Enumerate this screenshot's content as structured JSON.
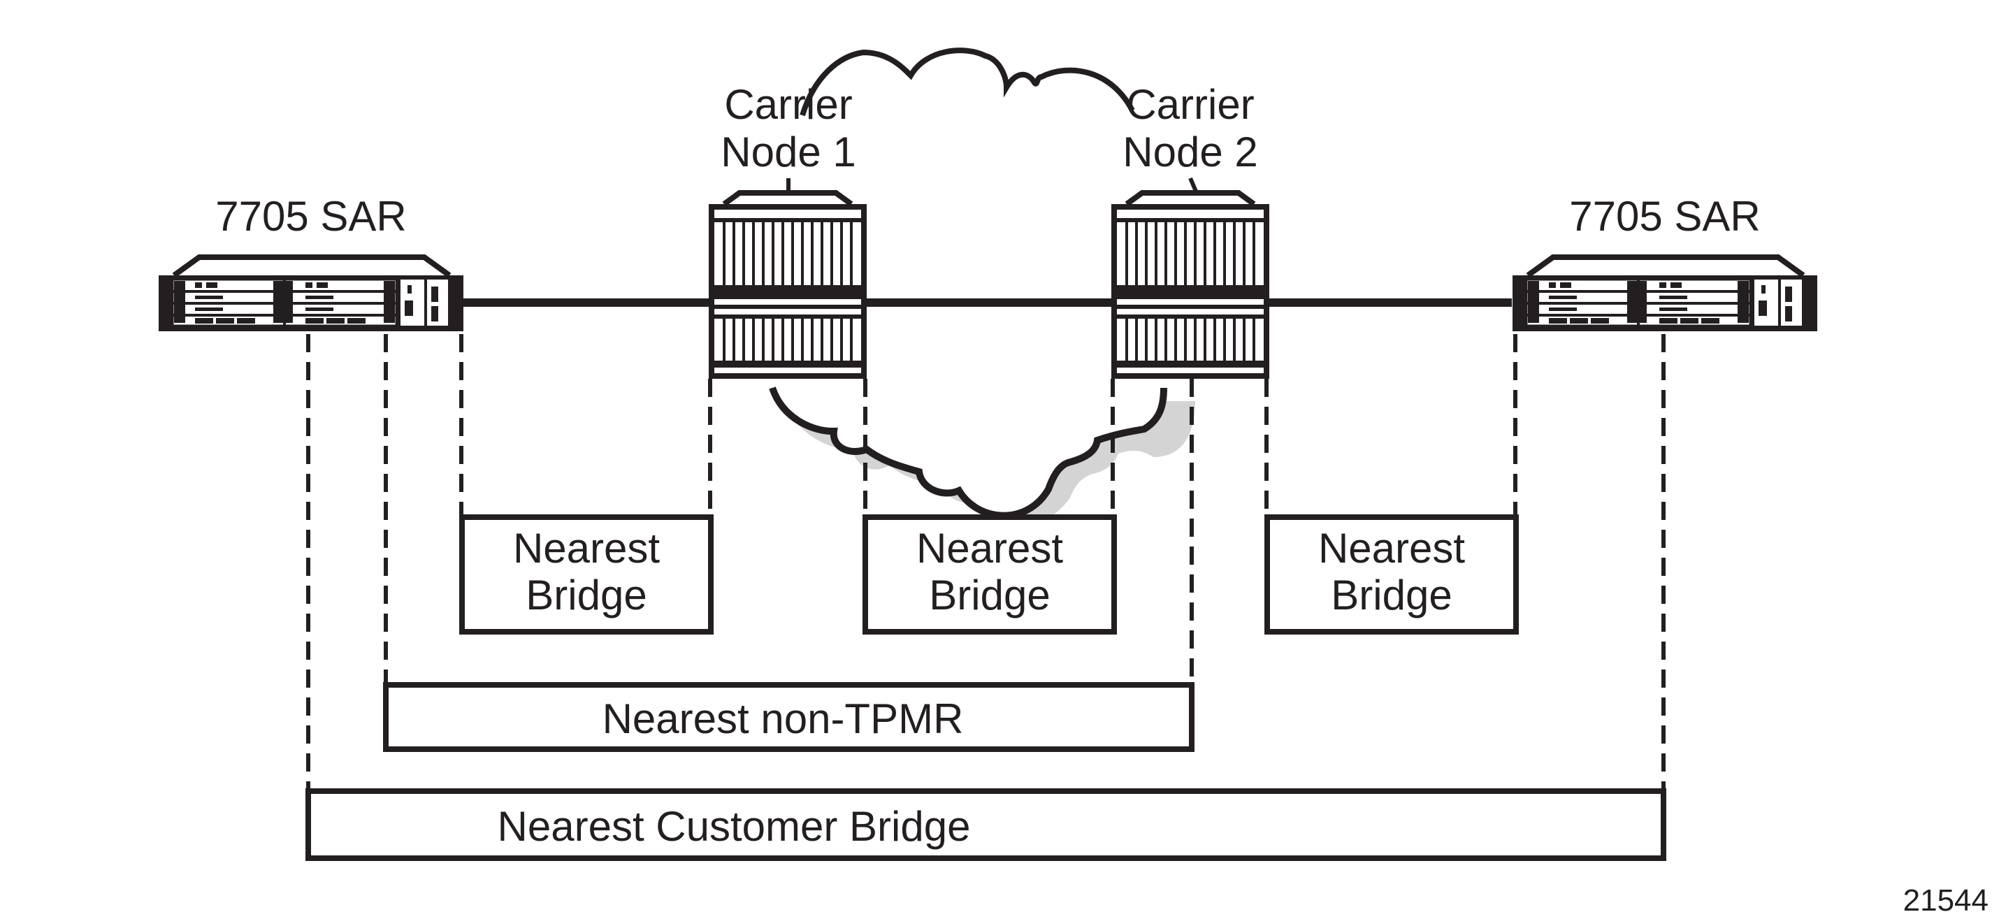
{
  "diagram": {
    "devices": {
      "sar_left": {
        "label": "7705 SAR"
      },
      "sar_right": {
        "label": "7705 SAR"
      },
      "carrier_node_1": {
        "label_line1": "Carrier",
        "label_line2": "Node 1"
      },
      "carrier_node_2": {
        "label_line1": "Carrier",
        "label_line2": "Node 2"
      }
    },
    "scopes": {
      "nearest_bridge_1": {
        "line1": "Nearest",
        "line2": "Bridge"
      },
      "nearest_bridge_2": {
        "line1": "Nearest",
        "line2": "Bridge"
      },
      "nearest_bridge_3": {
        "line1": "Nearest",
        "line2": "Bridge"
      },
      "nearest_non_tpmr": {
        "label": "Nearest non-TPMR"
      },
      "nearest_customer_bridge": {
        "label": "Nearest Customer Bridge"
      }
    },
    "figure_id": "21544",
    "colors": {
      "ink": "#231f20",
      "shadow": "#d4d4d4",
      "background": "#ffffff"
    }
  }
}
